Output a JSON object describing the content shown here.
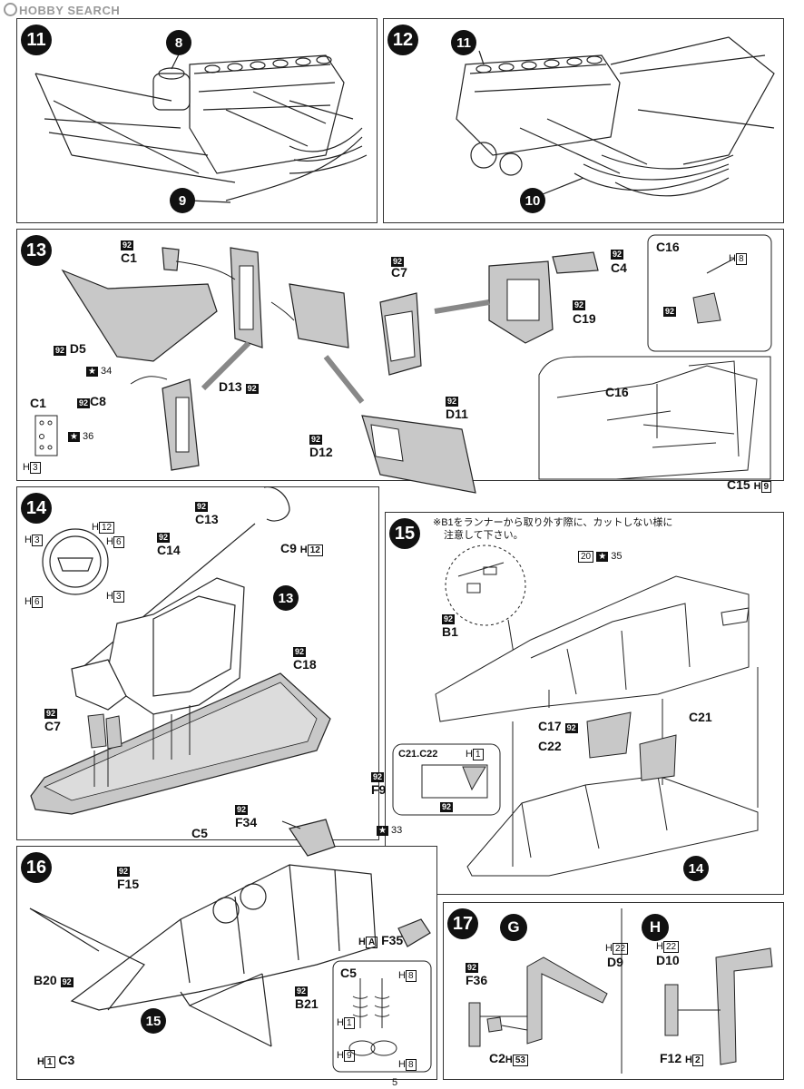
{
  "watermark": "HOBBY SEARCH",
  "page_number": "5",
  "steps": {
    "s11": {
      "no": "11",
      "c1": "8",
      "c2": "9"
    },
    "s12": {
      "no": "12",
      "c1": "11",
      "c2": "10"
    },
    "s13": {
      "no": "13",
      "paint": "92",
      "C1": "C1",
      "C7": "C7",
      "C4": "C4",
      "C19": "C19",
      "D5": "D5",
      "C8": "C8",
      "D13": "D13",
      "D11": "D11",
      "D12": "D12",
      "C1b": "C1",
      "C1b_h": "H",
      "C1b_hn": "3",
      "star34": "34",
      "star36": "36",
      "C16": "C16",
      "C16_h": "H",
      "C16_hn": "8",
      "C16b": "C16",
      "C15": "C15",
      "C15_h": "H",
      "C15_hn": "9"
    },
    "s14": {
      "no": "14",
      "paint": "92",
      "C13": "C13",
      "C14": "C14",
      "C9": "C9",
      "C9_h": "H",
      "C9_hn": "12",
      "C18": "C18",
      "C7": "C7",
      "c13": "13",
      "w_h3a": "3",
      "w_h12": "12",
      "w_h6a": "6",
      "w_h6b": "6",
      "w_h3b": "3",
      "H": "H"
    },
    "s15": {
      "no": "15",
      "paint": "92",
      "note1": "※B1をランナーから取り外す際に、カットしない様に",
      "note2": "注意して下さい。",
      "B1": "B1",
      "star35": "35",
      "tag20": "20",
      "C17": "C17",
      "C21": "C21",
      "C22": "C22",
      "box_title": "C21.C22",
      "box_h": "H",
      "box_hn": "1",
      "c14": "14"
    },
    "s16": {
      "no": "16",
      "paint": "92",
      "F9": "F9",
      "F34": "F34",
      "C5": "C5",
      "F15": "F15",
      "F35": "F35",
      "F35_h": "H",
      "F35_hn": "A",
      "B20": "B20",
      "B21": "B21",
      "C3": "C3",
      "C3_h": "H",
      "C3_hn": "1",
      "star33": "33",
      "c15": "15",
      "box_title": "C5",
      "b_h8a": "8",
      "b_h1": "1",
      "b_h9": "9",
      "b_h8b": "8"
    },
    "s17": {
      "no": "17",
      "G": "G",
      "H": "H",
      "paint": "92",
      "D9": "D9",
      "D9_hn": "22",
      "F36": "F36",
      "C2": "C2",
      "C2_hn": "53",
      "D10": "D10",
      "D10_hn": "22",
      "F12": "F12",
      "F12_hn": "2",
      "Hx": "H"
    }
  }
}
